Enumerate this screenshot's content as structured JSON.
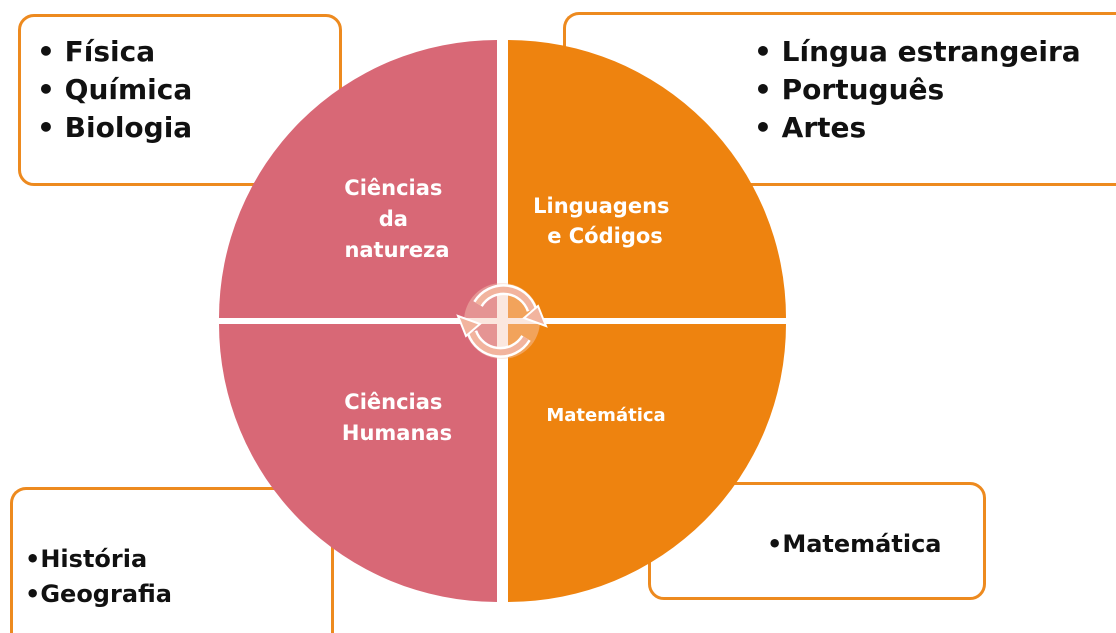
{
  "quadrants": {
    "top_left": {
      "lines": [
        "Ciências",
        "da",
        "natureza"
      ],
      "color": "#d86876"
    },
    "top_right": {
      "lines": [
        "Linguagens",
        "e Códigos"
      ],
      "color": "#ee830f"
    },
    "bottom_left": {
      "lines": [
        "Ciências",
        "Humanas"
      ],
      "color": "#d86876"
    },
    "bottom_right": {
      "lines": [
        "Matemática"
      ],
      "color": "#ee830f"
    }
  },
  "boxes": {
    "top_left": {
      "items": [
        "• Física",
        "• Química",
        "• Biologia"
      ]
    },
    "top_right": {
      "items": [
        "• Língua estrangeira",
        "• Português",
        "• Artes"
      ]
    },
    "bottom_left": {
      "items": [
        "•História",
        "•Geografia"
      ]
    },
    "bottom_right": {
      "items": [
        "•Matemática"
      ]
    }
  },
  "colors": {
    "border": "#ed8a1f",
    "rose": "#d86876",
    "orange": "#ee830f"
  },
  "icons": {
    "center": "cycle-arrows-icon"
  }
}
